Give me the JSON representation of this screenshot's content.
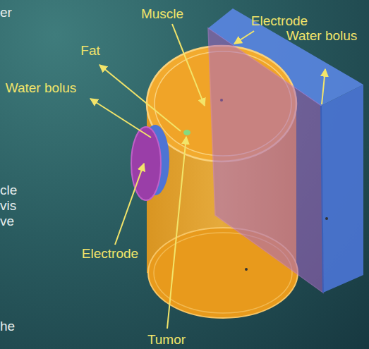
{
  "diagram": {
    "labels": [
      "Muscle",
      "Electrode",
      "Water bolus",
      "Fat",
      "Water bolus",
      "Electrode",
      "Tumor",
      "er",
      "cle",
      "vis",
      "ve",
      "he"
    ]
  }
}
